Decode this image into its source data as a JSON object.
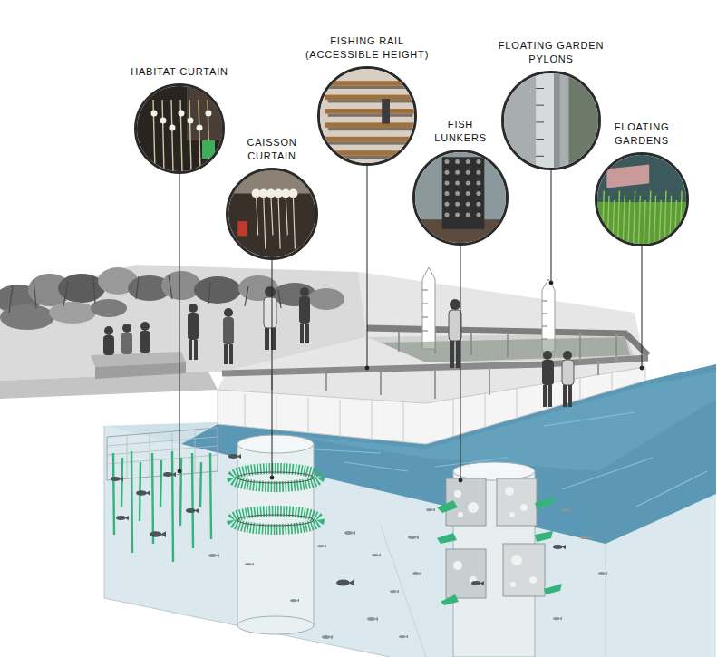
{
  "diagram": {
    "nodes": [
      {
        "text": [
          "HABITAT CURTAIN"
        ]
      },
      {
        "text": [
          "CAISSON CURTAIN"
        ]
      },
      {
        "text": [
          "FISHING RAIL (ACCESSIBLE HEIGHT)"
        ]
      },
      {
        "text": [
          "FISH LUNKERS"
        ]
      },
      {
        "text": [
          "FLOATING GARDEN PYLONS"
        ]
      },
      {
        "text": [
          "FLOATING GARDENS"
        ]
      }
    ]
  }
}
